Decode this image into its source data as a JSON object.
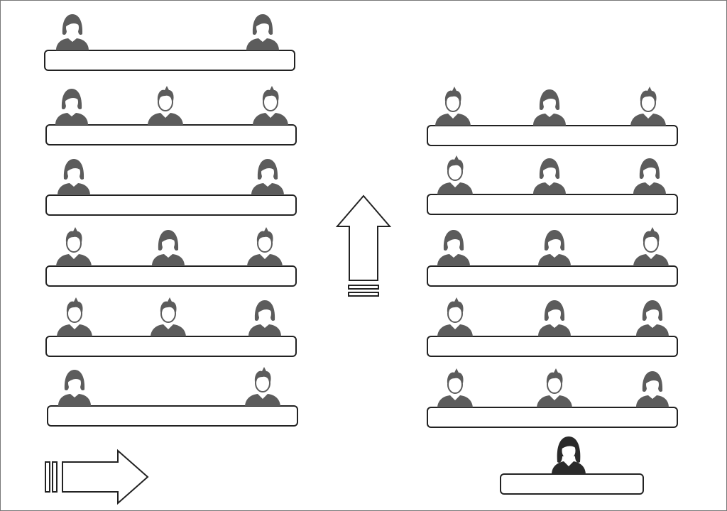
{
  "colors": {
    "student": "#5c5c5c",
    "teacher": "#2a2a2a",
    "desk_border": "#222222",
    "arrow_stroke": "#222222"
  },
  "icons": {
    "student_female": "female-student-icon",
    "student_male": "male-student-icon",
    "teacher": "teacher-icon",
    "direction_right": "arrow-right-icon",
    "direction_up": "arrow-up-icon"
  },
  "rows": {
    "left": [
      [
        "female",
        "female"
      ],
      [
        "female",
        "male",
        "male"
      ],
      [
        "female",
        "female"
      ],
      [
        "male",
        "female",
        "male"
      ],
      [
        "male",
        "male",
        "female"
      ],
      [
        "female",
        "male"
      ]
    ],
    "right": [
      [
        "male",
        "female",
        "male"
      ],
      [
        "male",
        "female",
        "female"
      ],
      [
        "female",
        "female",
        "male"
      ],
      [
        "male",
        "female",
        "female"
      ],
      [
        "male",
        "male",
        "female"
      ]
    ],
    "teacher": "female"
  }
}
